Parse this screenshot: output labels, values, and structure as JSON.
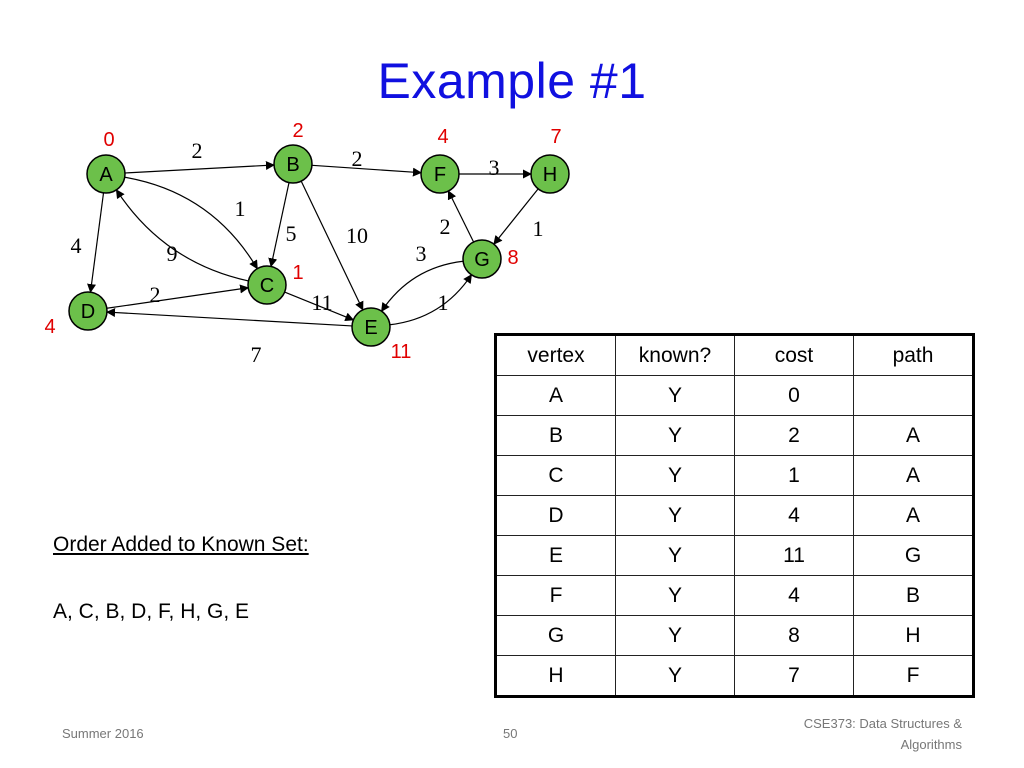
{
  "title": "Example #1",
  "graph": {
    "vertices": [
      {
        "id": "A",
        "cost": "0"
      },
      {
        "id": "B",
        "cost": "2"
      },
      {
        "id": "C",
        "cost": "1"
      },
      {
        "id": "D",
        "cost": "4"
      },
      {
        "id": "E",
        "cost": "11"
      },
      {
        "id": "F",
        "cost": "4"
      },
      {
        "id": "G",
        "cost": "8"
      },
      {
        "id": "H",
        "cost": "7"
      }
    ],
    "edges": [
      {
        "from": "A",
        "to": "B",
        "weight": "2"
      },
      {
        "from": "A",
        "to": "C",
        "weight": "1"
      },
      {
        "from": "A",
        "to": "D",
        "weight": "4"
      },
      {
        "from": "C",
        "to": "A",
        "weight": "9"
      },
      {
        "from": "B",
        "to": "C",
        "weight": "5"
      },
      {
        "from": "B",
        "to": "E",
        "weight": "10"
      },
      {
        "from": "B",
        "to": "F",
        "weight": "2"
      },
      {
        "from": "C",
        "to": "E",
        "weight": "11"
      },
      {
        "from": "D",
        "to": "C",
        "weight": "2"
      },
      {
        "from": "E",
        "to": "D",
        "weight": "7"
      },
      {
        "from": "E",
        "to": "G",
        "weight": "1"
      },
      {
        "from": "G",
        "to": "E",
        "weight": "3"
      },
      {
        "from": "G",
        "to": "F",
        "weight": "2"
      },
      {
        "from": "F",
        "to": "H",
        "weight": "3"
      },
      {
        "from": "H",
        "to": "G",
        "weight": "1"
      }
    ],
    "colors": {
      "node_fill": "#6cc04a",
      "cost_label": "#e00000",
      "title": "#1010e0"
    }
  },
  "order": {
    "heading": "Order Added to Known Set:",
    "list": "A, C, B, D, F, H, G, E"
  },
  "table": {
    "headers": [
      "vertex",
      "known?",
      "cost",
      "path"
    ],
    "rows": [
      [
        "A",
        "Y",
        "0",
        ""
      ],
      [
        "B",
        "Y",
        "2",
        "A"
      ],
      [
        "C",
        "Y",
        "1",
        "A"
      ],
      [
        "D",
        "Y",
        "4",
        "A"
      ],
      [
        "E",
        "Y",
        "11",
        "G"
      ],
      [
        "F",
        "Y",
        "4",
        "B"
      ],
      [
        "G",
        "Y",
        "8",
        "H"
      ],
      [
        "H",
        "Y",
        "7",
        "F"
      ]
    ]
  },
  "footer": {
    "left": "Summer 2016",
    "page": "50",
    "course_line1": "CSE373: Data Structures &",
    "course_line2": "Algorithms"
  }
}
